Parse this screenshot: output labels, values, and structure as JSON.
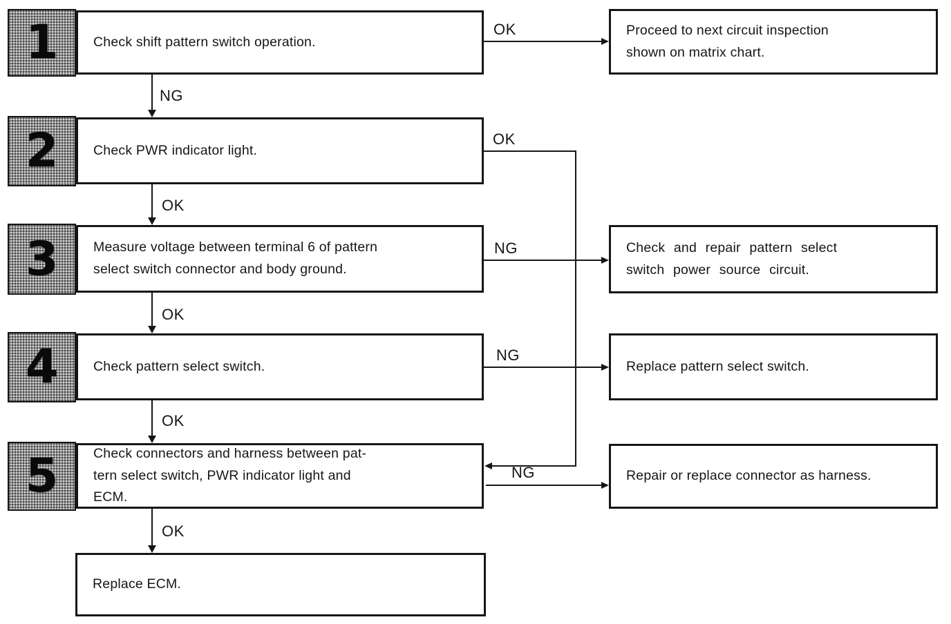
{
  "diagram_type": "diagnostic-flowchart",
  "colors": {
    "line": "#161616",
    "box_background": "#ffffff",
    "badge_fill": "#999999",
    "badge_number": "#0a0a0a"
  },
  "steps": [
    {
      "number": "1",
      "text": "Check shift pattern switch operation."
    },
    {
      "number": "2",
      "text": "Check PWR indicator light."
    },
    {
      "number": "3",
      "text": "Measure voltage between terminal 6 of pattern\nselect switch connector and body ground."
    },
    {
      "number": "4",
      "text": "Check pattern select switch."
    },
    {
      "number": "5",
      "text": "Check connectors and harness between pat-\ntern select switch, PWR indicator light and\nECM."
    }
  ],
  "results": [
    {
      "text": "Proceed to next circuit inspection\nshown on matrix chart."
    },
    {
      "text": "Check and repair pattern select\nswitch power source circuit."
    },
    {
      "text": "Replace pattern select switch."
    },
    {
      "text": "Repair or replace connector as harness."
    }
  ],
  "final_step": {
    "text": "Replace ECM."
  },
  "edge_labels": {
    "step1_ok": "OK",
    "step1_ng": "NG",
    "step2_ok_side": "OK",
    "step2_ok_down": "OK",
    "step3_ng": "NG",
    "step3_ok_down": "OK",
    "step4_ng": "NG",
    "step4_ok_down": "OK",
    "step5_ng": "NG",
    "step5_ok_down": "OK"
  }
}
